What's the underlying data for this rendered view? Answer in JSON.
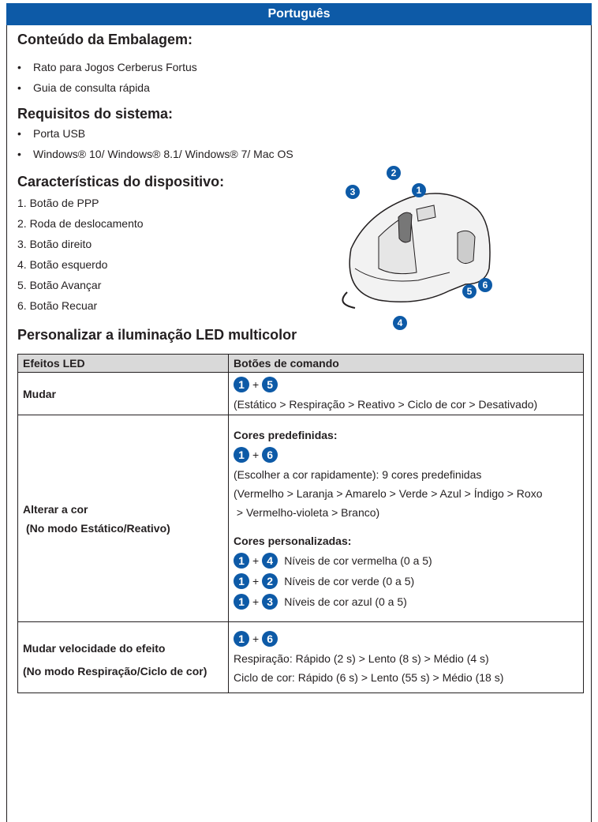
{
  "header": {
    "title": "Português"
  },
  "package": {
    "heading": "Conteúdo da Embalagem:",
    "items": [
      "Rato para Jogos Cerberus Fortus",
      "Guia de consulta rápida"
    ]
  },
  "requirements": {
    "heading": "Requisitos do sistema:",
    "items": [
      "Porta USB",
      "Windows® 10/ Windows® 8.1/ Windows® 7/ Mac OS"
    ]
  },
  "features": {
    "heading": "Características do dispositivo:",
    "items": [
      "1. Botão de PPP",
      "2. Roda de deslocamento",
      "3. Botão direito",
      "4. Botão esquerdo",
      "5. Botão Avançar",
      "6. Botão Recuar"
    ],
    "callouts": [
      "1",
      "2",
      "3",
      "4",
      "5",
      "6"
    ]
  },
  "led": {
    "heading": "Personalizar a iluminação LED multicolor",
    "columns": [
      "Efeitos LED",
      "Botões de comando"
    ],
    "rows": {
      "mudar": {
        "effect": "Mudar",
        "buttons": [
          "1",
          "5"
        ],
        "plus": "+",
        "desc": "(Estático > Respiração > Reativo > Ciclo de cor > Desativado)"
      },
      "cor": {
        "effect": "Alterar a cor",
        "effect_sub": "(No modo Estático/Reativo)",
        "preset_heading": "Cores predefinidas:",
        "preset_buttons": [
          "1",
          "6"
        ],
        "preset_desc": "(Escolher a cor rapidamente): 9 cores predefinidas",
        "preset_list_1": "(Vermelho > Laranja > Amarelo > Verde > Azul > Índigo > Roxo",
        "preset_list_2": " > Vermelho-violeta > Branco)",
        "custom_heading": "Cores personalizadas:",
        "custom": [
          {
            "a": "1",
            "b": "4",
            "text": "Níveis de cor vermelha (0 a 5)"
          },
          {
            "a": "1",
            "b": "2",
            "text": "Níveis de cor verde (0 a 5)"
          },
          {
            "a": "1",
            "b": "3",
            "text": "Níveis de cor azul (0 a 5)"
          }
        ]
      },
      "velocidade": {
        "effect": "Mudar velocidade do efeito",
        "effect_sub": "(No modo Respiração/Ciclo de cor)",
        "buttons": [
          "1",
          "6"
        ],
        "line1": "Respiração: Rápido (2 s) > Lento (8 s) > Médio (4 s)",
        "line2": "Ciclo de cor: Rápido (6 s) > Lento (55 s) > Médio (18 s)"
      }
    }
  },
  "colors": {
    "accent": "#0d5aa7",
    "table_header": "#d9d9d9"
  }
}
